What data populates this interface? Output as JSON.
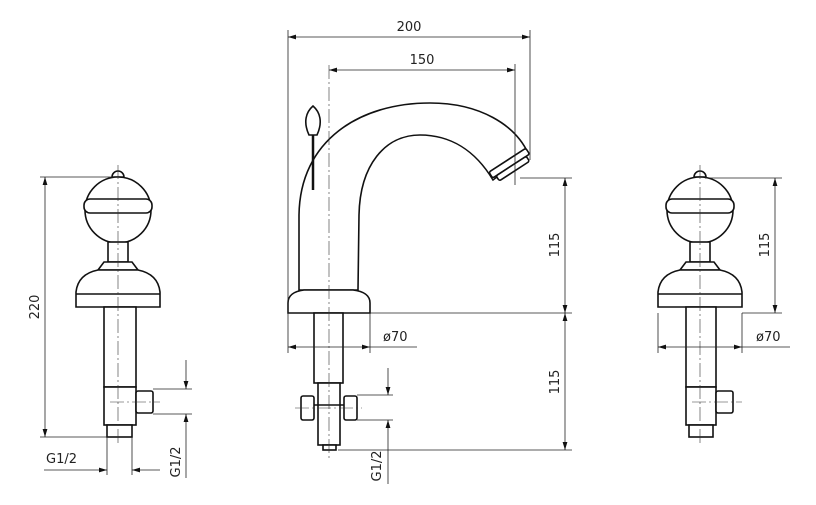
{
  "title": "Three-hole basin mixer – technical drawing",
  "left_valve": {
    "height_dim": "220",
    "thread_bottom": "G1/2",
    "thread_side": "G1/2"
  },
  "spout": {
    "reach_total": "200",
    "reach_axis": "150",
    "spout_height": "115",
    "below_deck": "115",
    "base_diameter": "ø70",
    "thread": "G1/2"
  },
  "right_valve": {
    "height_dim": "115",
    "base_diameter": "ø70"
  },
  "colors": {
    "line": "#111111",
    "background": "#ffffff"
  }
}
